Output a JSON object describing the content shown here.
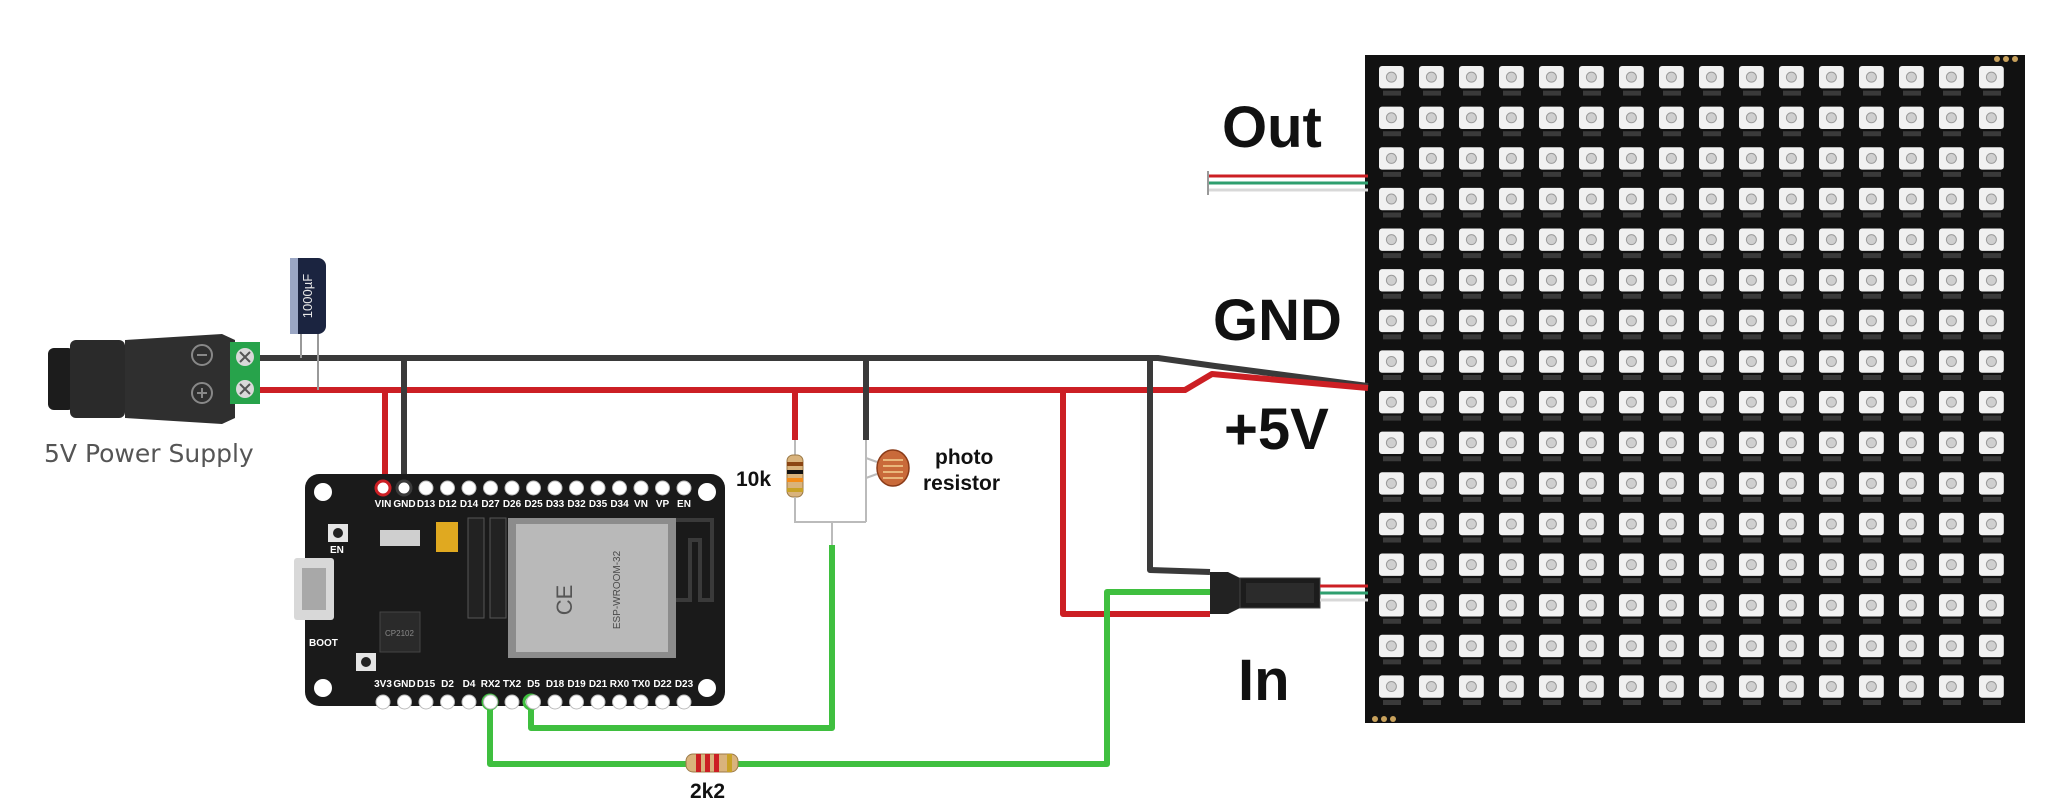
{
  "labels": {
    "out": "Out",
    "gnd": "GND",
    "plus5v": "+5V",
    "in": "In",
    "power_supply": "5V Power Supply",
    "resistor_10k": "10k",
    "photo_line1": "photo",
    "photo_line2": "resistor",
    "resistor_2k2": "2k2",
    "capacitor": "1000µF",
    "en_button": "EN",
    "boot_button": "BOOT",
    "module_name": "ESP-WROOM-32",
    "chip_code": "CP2102"
  },
  "esp32": {
    "top_pins": [
      "VIN",
      "GND",
      "D13",
      "D12",
      "D14",
      "D27",
      "D26",
      "D25",
      "D33",
      "D32",
      "D35",
      "D34",
      "VN",
      "VP",
      "EN"
    ],
    "bottom_pins": [
      "3V3",
      "GND",
      "D15",
      "D2",
      "D4",
      "RX2",
      "TX2",
      "D5",
      "D18",
      "D19",
      "D21",
      "RX0",
      "TX0",
      "D22",
      "D23"
    ]
  },
  "matrix": {
    "rows": 16,
    "cols": 16
  },
  "colors": {
    "wire_red": "#cc1f24",
    "wire_black": "#3a3a3a",
    "wire_green": "#3fbf3f",
    "board": "#1a1a1a",
    "matrix_bg": "#111111",
    "led": "#f1f1f1"
  }
}
